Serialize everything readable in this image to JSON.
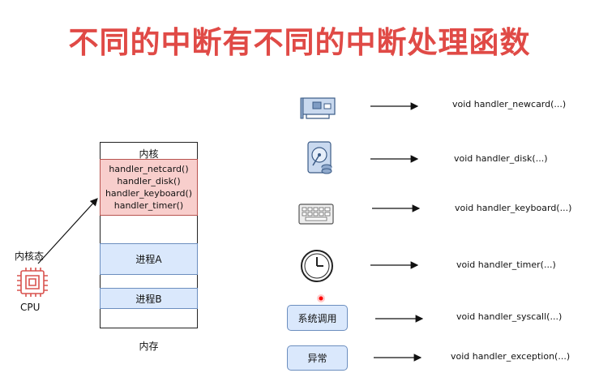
{
  "title": "不同的中断有不同的中断处理函数",
  "memory": {
    "kernel_label": "内核",
    "handlers": [
      "handler_netcard()",
      "handler_disk()",
      "handler_keyboard()",
      "handler_timer()"
    ],
    "process_a": "进程A",
    "process_b": "进程B",
    "label": "内存"
  },
  "cpu": {
    "state_label": "内核态",
    "label": "CPU"
  },
  "interrupt_sources": [
    {
      "icon": "network-card-icon",
      "handler": "void handler_newcard(...)"
    },
    {
      "icon": "hard-disk-icon",
      "handler": "void handler_disk(...)"
    },
    {
      "icon": "keyboard-icon",
      "handler": "void handler_keyboard(...)"
    },
    {
      "icon": "clock-icon",
      "handler": "void handler_timer(...)"
    },
    {
      "label": "系统调用",
      "handler": "void handler_syscall(...)"
    },
    {
      "label": "异常",
      "handler": "void handler_exception(...)"
    }
  ],
  "colors": {
    "title": "#e04a46",
    "kernel_fill": "#f8cecc",
    "process_fill": "#dae8fc",
    "cpu_icon": "#d9534f",
    "pointer_dot": "#ff0000"
  }
}
